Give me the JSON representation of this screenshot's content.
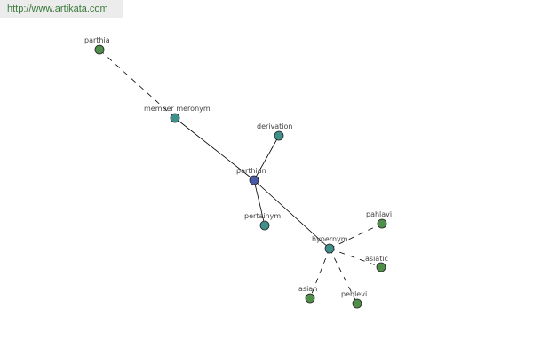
{
  "watermark": {
    "text": "http://www.artikata.com"
  },
  "colors": {
    "center": "#4b5aa7",
    "relation": "#3f8f8a",
    "leaf": "#4f8f4a",
    "edge": "#000000"
  },
  "graph": {
    "nodes": [
      {
        "id": "parthian",
        "label": "parthian",
        "kind": "center"
      },
      {
        "id": "member-meronym",
        "label": "member meronym",
        "kind": "relation"
      },
      {
        "id": "derivation",
        "label": "derivation",
        "kind": "relation"
      },
      {
        "id": "pertainym",
        "label": "pertainym",
        "kind": "relation"
      },
      {
        "id": "hypernym",
        "label": "hypernym",
        "kind": "relation"
      },
      {
        "id": "parthia",
        "label": "parthia",
        "kind": "leaf"
      },
      {
        "id": "pahlavi",
        "label": "pahlavi",
        "kind": "leaf"
      },
      {
        "id": "asiatic",
        "label": "asiatic",
        "kind": "leaf"
      },
      {
        "id": "asian",
        "label": "asian",
        "kind": "leaf"
      },
      {
        "id": "pehlevi",
        "label": "pehlevi",
        "kind": "leaf"
      }
    ],
    "edges": [
      {
        "from": "parthian",
        "to": "member-meronym",
        "style": "solid"
      },
      {
        "from": "parthian",
        "to": "derivation",
        "style": "solid"
      },
      {
        "from": "parthian",
        "to": "pertainym",
        "style": "solid"
      },
      {
        "from": "parthian",
        "to": "hypernym",
        "style": "solid"
      },
      {
        "from": "member-meronym",
        "to": "parthia",
        "style": "dashed"
      },
      {
        "from": "hypernym",
        "to": "pahlavi",
        "style": "dashed"
      },
      {
        "from": "hypernym",
        "to": "asiatic",
        "style": "dashed"
      },
      {
        "from": "hypernym",
        "to": "asian",
        "style": "dashed"
      },
      {
        "from": "hypernym",
        "to": "pehlevi",
        "style": "dashed"
      }
    ]
  }
}
